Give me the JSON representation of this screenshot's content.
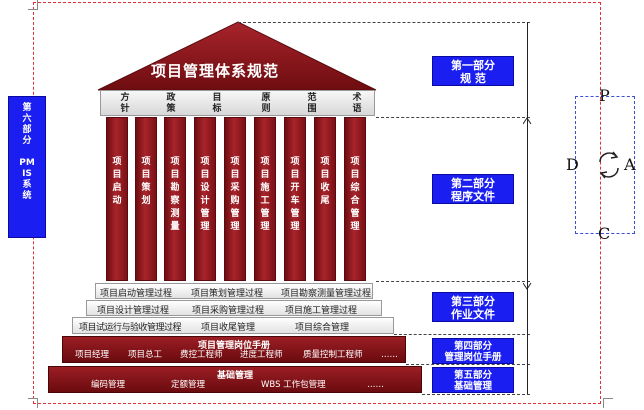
{
  "roof": {
    "title": "项目管理体系规范"
  },
  "banner": {
    "cells": [
      "方\n针",
      "政\n策",
      "目\n标",
      "原\n则",
      "范\n围",
      "术\n语"
    ]
  },
  "pillars": [
    "项\n目\n启\n动",
    "项\n目\n策\n划",
    "项\n目\n勘\n察\n测\n量",
    "项\n目\n设\n计\n管\n理",
    "项\n目\n采\n购\n管\n理",
    "项\n目\n施\n工\n管\n理",
    "项\n目\n开\n车\n管\n理",
    "项\n目\n收\n尾",
    "项\n目\n综\n合\n管\n理"
  ],
  "steps": {
    "row1": [
      "项目启动管理过程",
      "项目策划管理过程",
      "项目勘察测量管理过程"
    ],
    "row2": [
      "项目设计管理过程",
      "项目采购管理过程",
      "项目施工管理过程"
    ],
    "row3": [
      "项目试运行与验收管理过程",
      "项目收尾管理",
      "项目综合管理"
    ]
  },
  "handbook": {
    "title": "项目管理岗位手册",
    "items": [
      "项目经理",
      "项目总工",
      "费控工程师",
      "进度工程师",
      "质量控制工程师",
      "……"
    ]
  },
  "foundation": {
    "title": "基础管理",
    "items": [
      "编码管理",
      "定额管理",
      "WBS 工作包管理",
      "……"
    ]
  },
  "left_box": {
    "text": "第\n六\n部\n分\n\nPM\nIS\n系\n统"
  },
  "sections": [
    {
      "text": "第一部分\n规 范"
    },
    {
      "text": "第二部分\n程序文件"
    },
    {
      "text": "第三部分\n作业文件"
    },
    {
      "text": "第四部分\n管理岗位手册"
    },
    {
      "text": "第五部分\n基础管理"
    }
  ],
  "pdca": {
    "p": "P",
    "d": "D",
    "c": "C",
    "a": "A"
  },
  "colors": {
    "dark_red": "#6a0b0f",
    "red": "#a8242b",
    "blue": "#1a1ef0",
    "frame": "#e0303a"
  }
}
